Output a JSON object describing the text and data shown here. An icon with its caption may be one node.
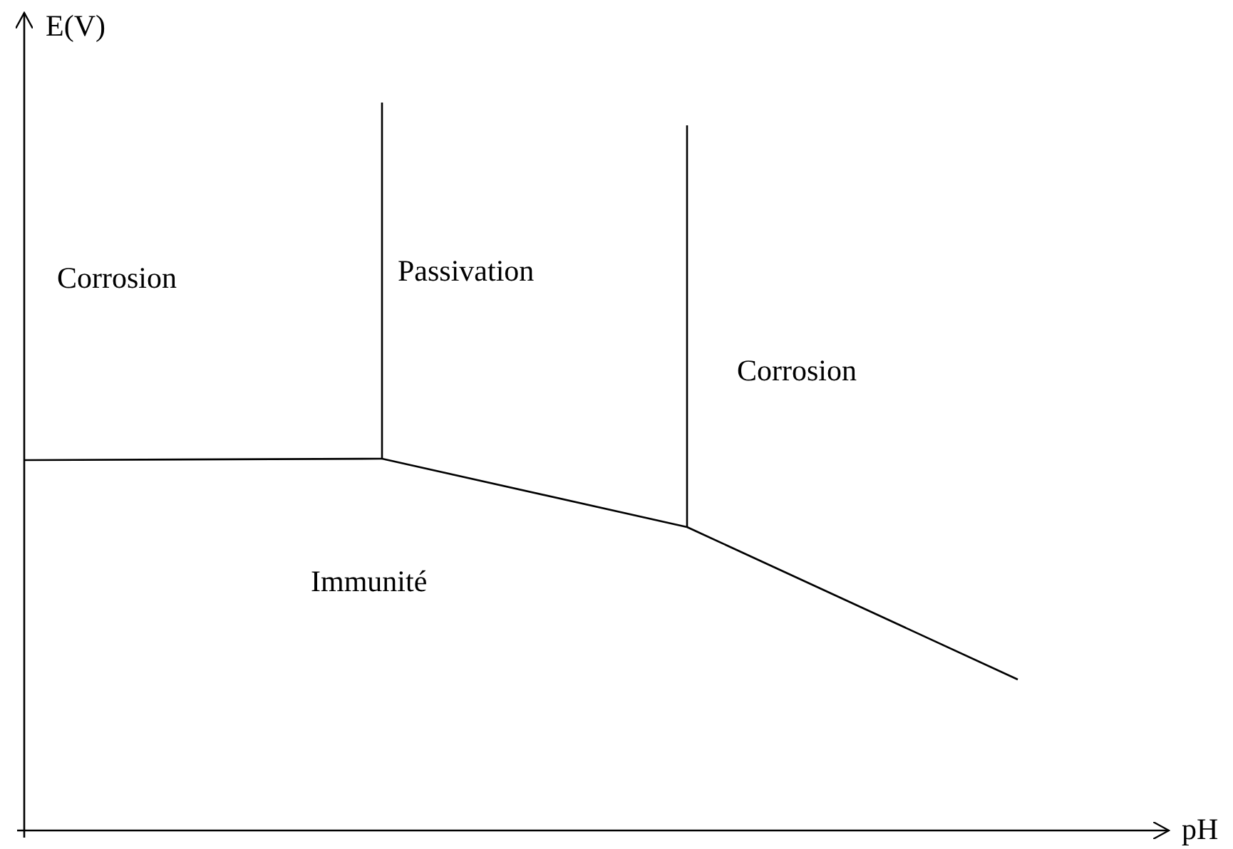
{
  "diagram": {
    "labels": [
      "E(V)",
      "Corrosion",
      "Passivation",
      "Corrosion",
      "Immunité",
      "pH"
    ]
  }
}
